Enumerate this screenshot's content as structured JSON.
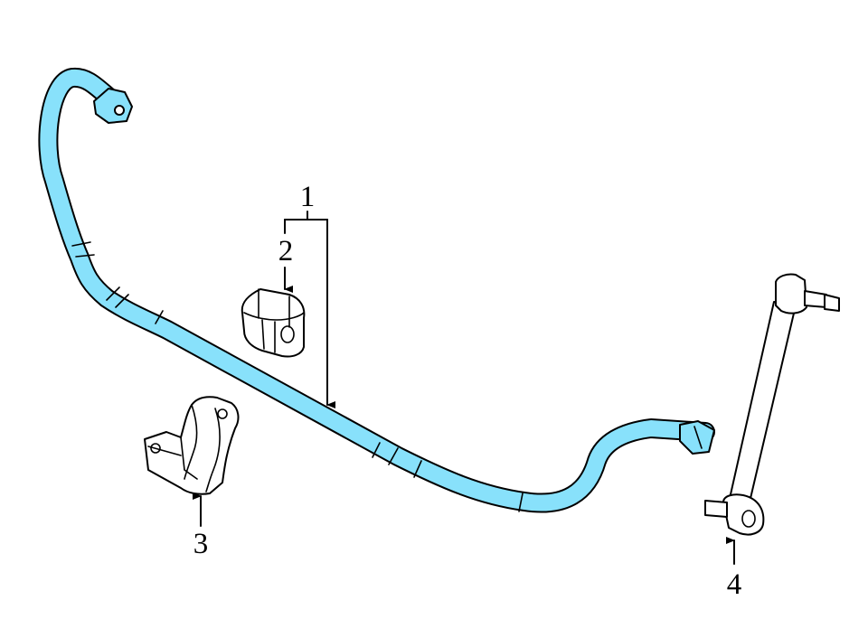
{
  "callouts": {
    "bar": "1",
    "bushing": "2",
    "bracket": "3",
    "link": "4"
  },
  "colors": {
    "highlight": "#88e1fb",
    "outline": "#000000",
    "background": "#ffffff"
  }
}
